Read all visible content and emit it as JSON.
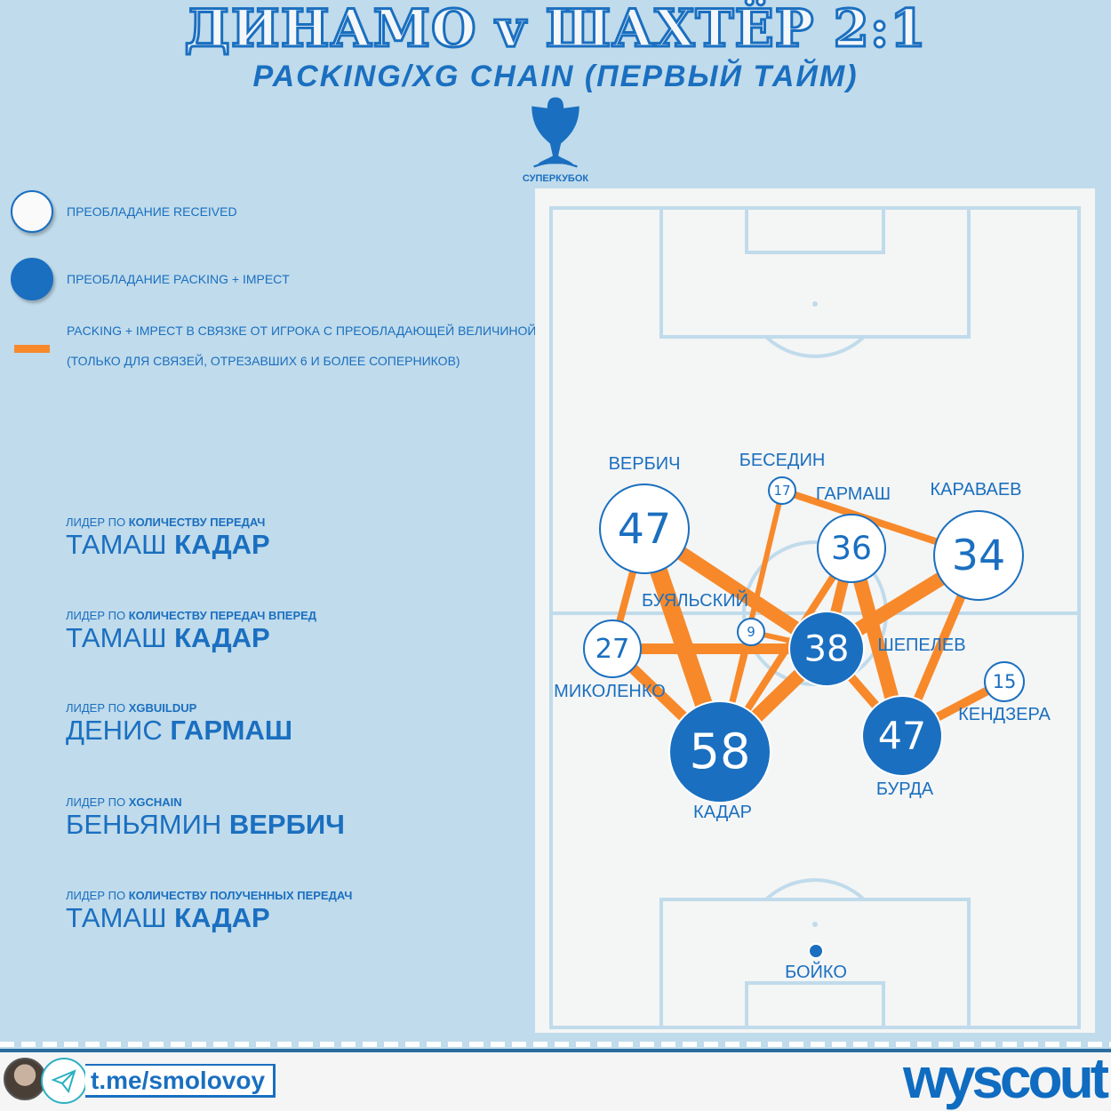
{
  "header": {
    "title": "ДИНАМО v ШАХТЁР 2:1",
    "subtitle": "PACKING/XG CHAIN (ПЕРВЫЙ ТАЙМ)",
    "cup_label": "СУПЕРКУБОК"
  },
  "legend": [
    {
      "text": "ПРЕОБЛАДАНИЕ RECEIVED"
    },
    {
      "text": "ПРЕОБЛАДАНИЕ  PACKING + IMPECT"
    },
    {
      "text": "PACKING + IMPECT В СВЯЗКЕ ОТ ИГРОКА С ПРЕОБЛАДАЮЩЕЙ ВЕЛИЧИНОЙ",
      "note": "(ТОЛЬКО ДЛЯ СВЯЗЕЙ, ОТРЕЗАВШИХ 6 И БОЛЕЕ СОПЕРНИКОВ)"
    }
  ],
  "leaders": [
    {
      "prefix": "ЛИДЕР ПО ",
      "metric": "КОЛИЧЕСТВУ ПЕРЕДАЧ",
      "first": "ТАМАШ ",
      "last": "КАДАР"
    },
    {
      "prefix": "ЛИДЕР ПО ",
      "metric": "КОЛИЧЕСТВУ ПЕРЕДАЧ ВПЕРЕД",
      "first": "ТАМАШ ",
      "last": "КАДАР"
    },
    {
      "prefix": "ЛИДЕР ПО ",
      "metric": "XGBUILDUP",
      "first": "ДЕНИС ",
      "last": "ГАРМАШ"
    },
    {
      "prefix": "ЛИДЕР ПО ",
      "metric": "XGCHAIN",
      "first": "БЕНЬЯМИН ",
      "last": "ВЕРБИЧ"
    },
    {
      "prefix": "ЛИДЕР ПО ",
      "metric": "КОЛИЧЕСТВУ ПОЛУЧЕННЫХ  ПЕРЕДАЧ",
      "first": "ТАМАШ ",
      "last": "КАДАР"
    }
  ],
  "colors": {
    "received": "#ffffff",
    "packing": "#1a6fc0",
    "link": "#f7892a",
    "background": "#c0dbeb"
  },
  "players": [
    {
      "id": "verbich",
      "name": "ВЕРБИЧ",
      "value": "47",
      "type": "received"
    },
    {
      "id": "besedin",
      "name": "БЕСЕДИН",
      "value": "17",
      "type": "received"
    },
    {
      "id": "garmash",
      "name": "ГАРМАШ",
      "value": "36",
      "type": "received"
    },
    {
      "id": "karavaev",
      "name": "КАРАВАЕВ",
      "value": "34",
      "type": "received"
    },
    {
      "id": "buyalsky",
      "name": "БУЯЛЬСКИЙ",
      "value": "9",
      "type": "received"
    },
    {
      "id": "mykolenko",
      "name": "МИКОЛЕНКО",
      "value": "27",
      "type": "received"
    },
    {
      "id": "shepelev",
      "name": "ШЕПЕЛЕВ",
      "value": "38",
      "type": "packing"
    },
    {
      "id": "kendzera",
      "name": "КЕНДЗЕРА",
      "value": "15",
      "type": "received"
    },
    {
      "id": "kadar",
      "name": "КАДАР",
      "value": "58",
      "type": "packing"
    },
    {
      "id": "burda",
      "name": "БУРДА",
      "value": "47",
      "type": "packing"
    },
    {
      "id": "boyko",
      "name": "БОЙКО",
      "value": "",
      "type": "packing"
    }
  ],
  "links": [
    {
      "from": "verbich",
      "to": "kadar",
      "weight": 5
    },
    {
      "from": "verbich",
      "to": "shepelev",
      "weight": 4
    },
    {
      "from": "mykolenko",
      "to": "kadar",
      "weight": 3
    },
    {
      "from": "mykolenko",
      "to": "verbich",
      "weight": 2
    },
    {
      "from": "mykolenko",
      "to": "shepelev",
      "weight": 3
    },
    {
      "from": "besedin",
      "to": "karavaev",
      "weight": 2
    },
    {
      "from": "besedin",
      "to": "kadar",
      "weight": 1.5
    },
    {
      "from": "garmash",
      "to": "kadar",
      "weight": 2
    },
    {
      "from": "garmash",
      "to": "shepelev",
      "weight": 3
    },
    {
      "from": "garmash",
      "to": "burda",
      "weight": 4
    },
    {
      "from": "karavaev",
      "to": "shepelev",
      "weight": 4
    },
    {
      "from": "karavaev",
      "to": "burda",
      "weight": 2.5
    },
    {
      "from": "shepelev",
      "to": "kadar",
      "weight": 4
    },
    {
      "from": "shepelev",
      "to": "burda",
      "weight": 2.5
    },
    {
      "from": "kendzera",
      "to": "burda",
      "weight": 2.5
    },
    {
      "from": "buyalsky",
      "to": "kadar",
      "weight": 1.5
    },
    {
      "from": "buyalsky",
      "to": "shepelev",
      "weight": 1.5
    }
  ],
  "footer": {
    "link": "t.me/smolovoy",
    "brand": "wyscout"
  }
}
